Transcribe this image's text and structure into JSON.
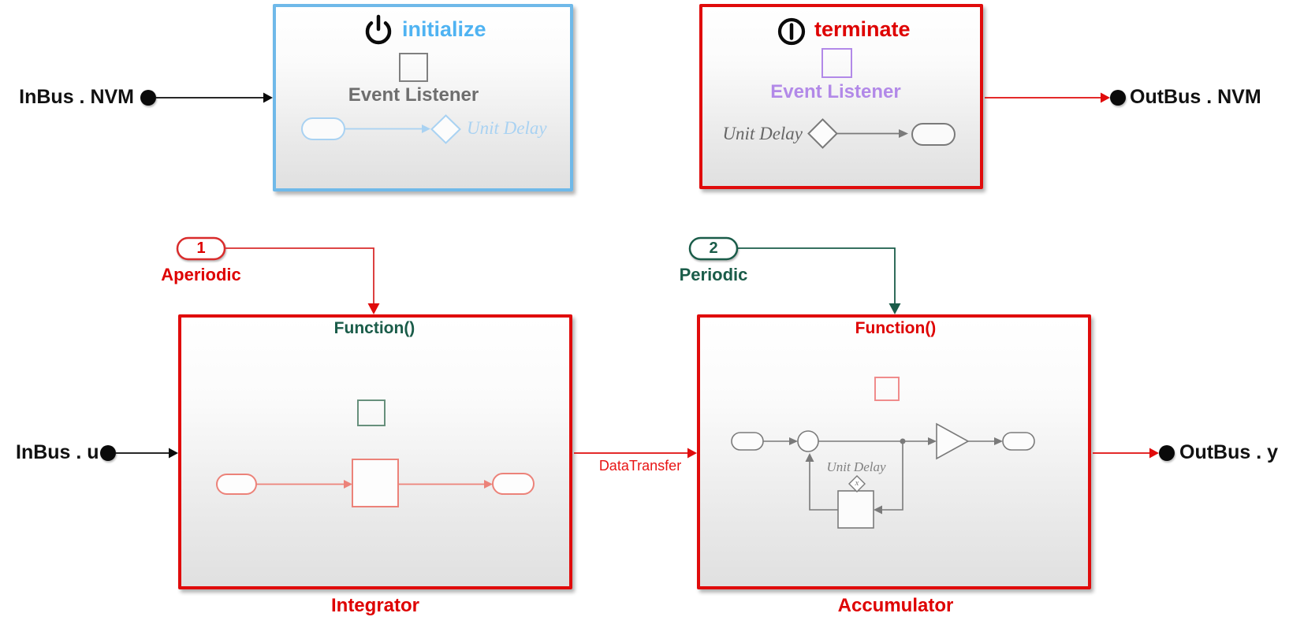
{
  "canvas": {
    "inputs": [
      {
        "label": "InBus . NVM"
      },
      {
        "label": "InBus . u"
      }
    ],
    "outputs": [
      {
        "label": "OutBus . NVM"
      },
      {
        "label": "OutBus . y"
      }
    ],
    "event_subsystems": {
      "initialize": {
        "title": "initialize",
        "listener_label": "Event Listener",
        "content_label": "Unit Delay"
      },
      "terminate": {
        "title": "terminate",
        "listener_label": "Event Listener",
        "content_label": "Unit Delay"
      }
    },
    "function_subsystems": {
      "integrator": {
        "trigger_label": "Function()",
        "name": "Integrator"
      },
      "accumulator": {
        "trigger_label": "Function()",
        "name": "Accumulator",
        "unit_delay_label": "Unit Delay",
        "state_label": "x"
      }
    },
    "input_ports": {
      "aperiodic": {
        "number": "1",
        "label": "Aperiodic"
      },
      "periodic": {
        "number": "2",
        "label": "Periodic"
      }
    },
    "signal_labels": {
      "data_transfer": "DataTransfer"
    },
    "colors": {
      "red": "#e00b0b",
      "blue_border": "#6fb9e9",
      "blue_text": "#4fb3f2",
      "light_blue": "#a9d2f2",
      "green": "#1a5c49",
      "purple": "#b289e8",
      "gray_text": "#6e6e6e",
      "salmon": "#ec8279",
      "flow_gray": "#7a7a7a"
    }
  }
}
